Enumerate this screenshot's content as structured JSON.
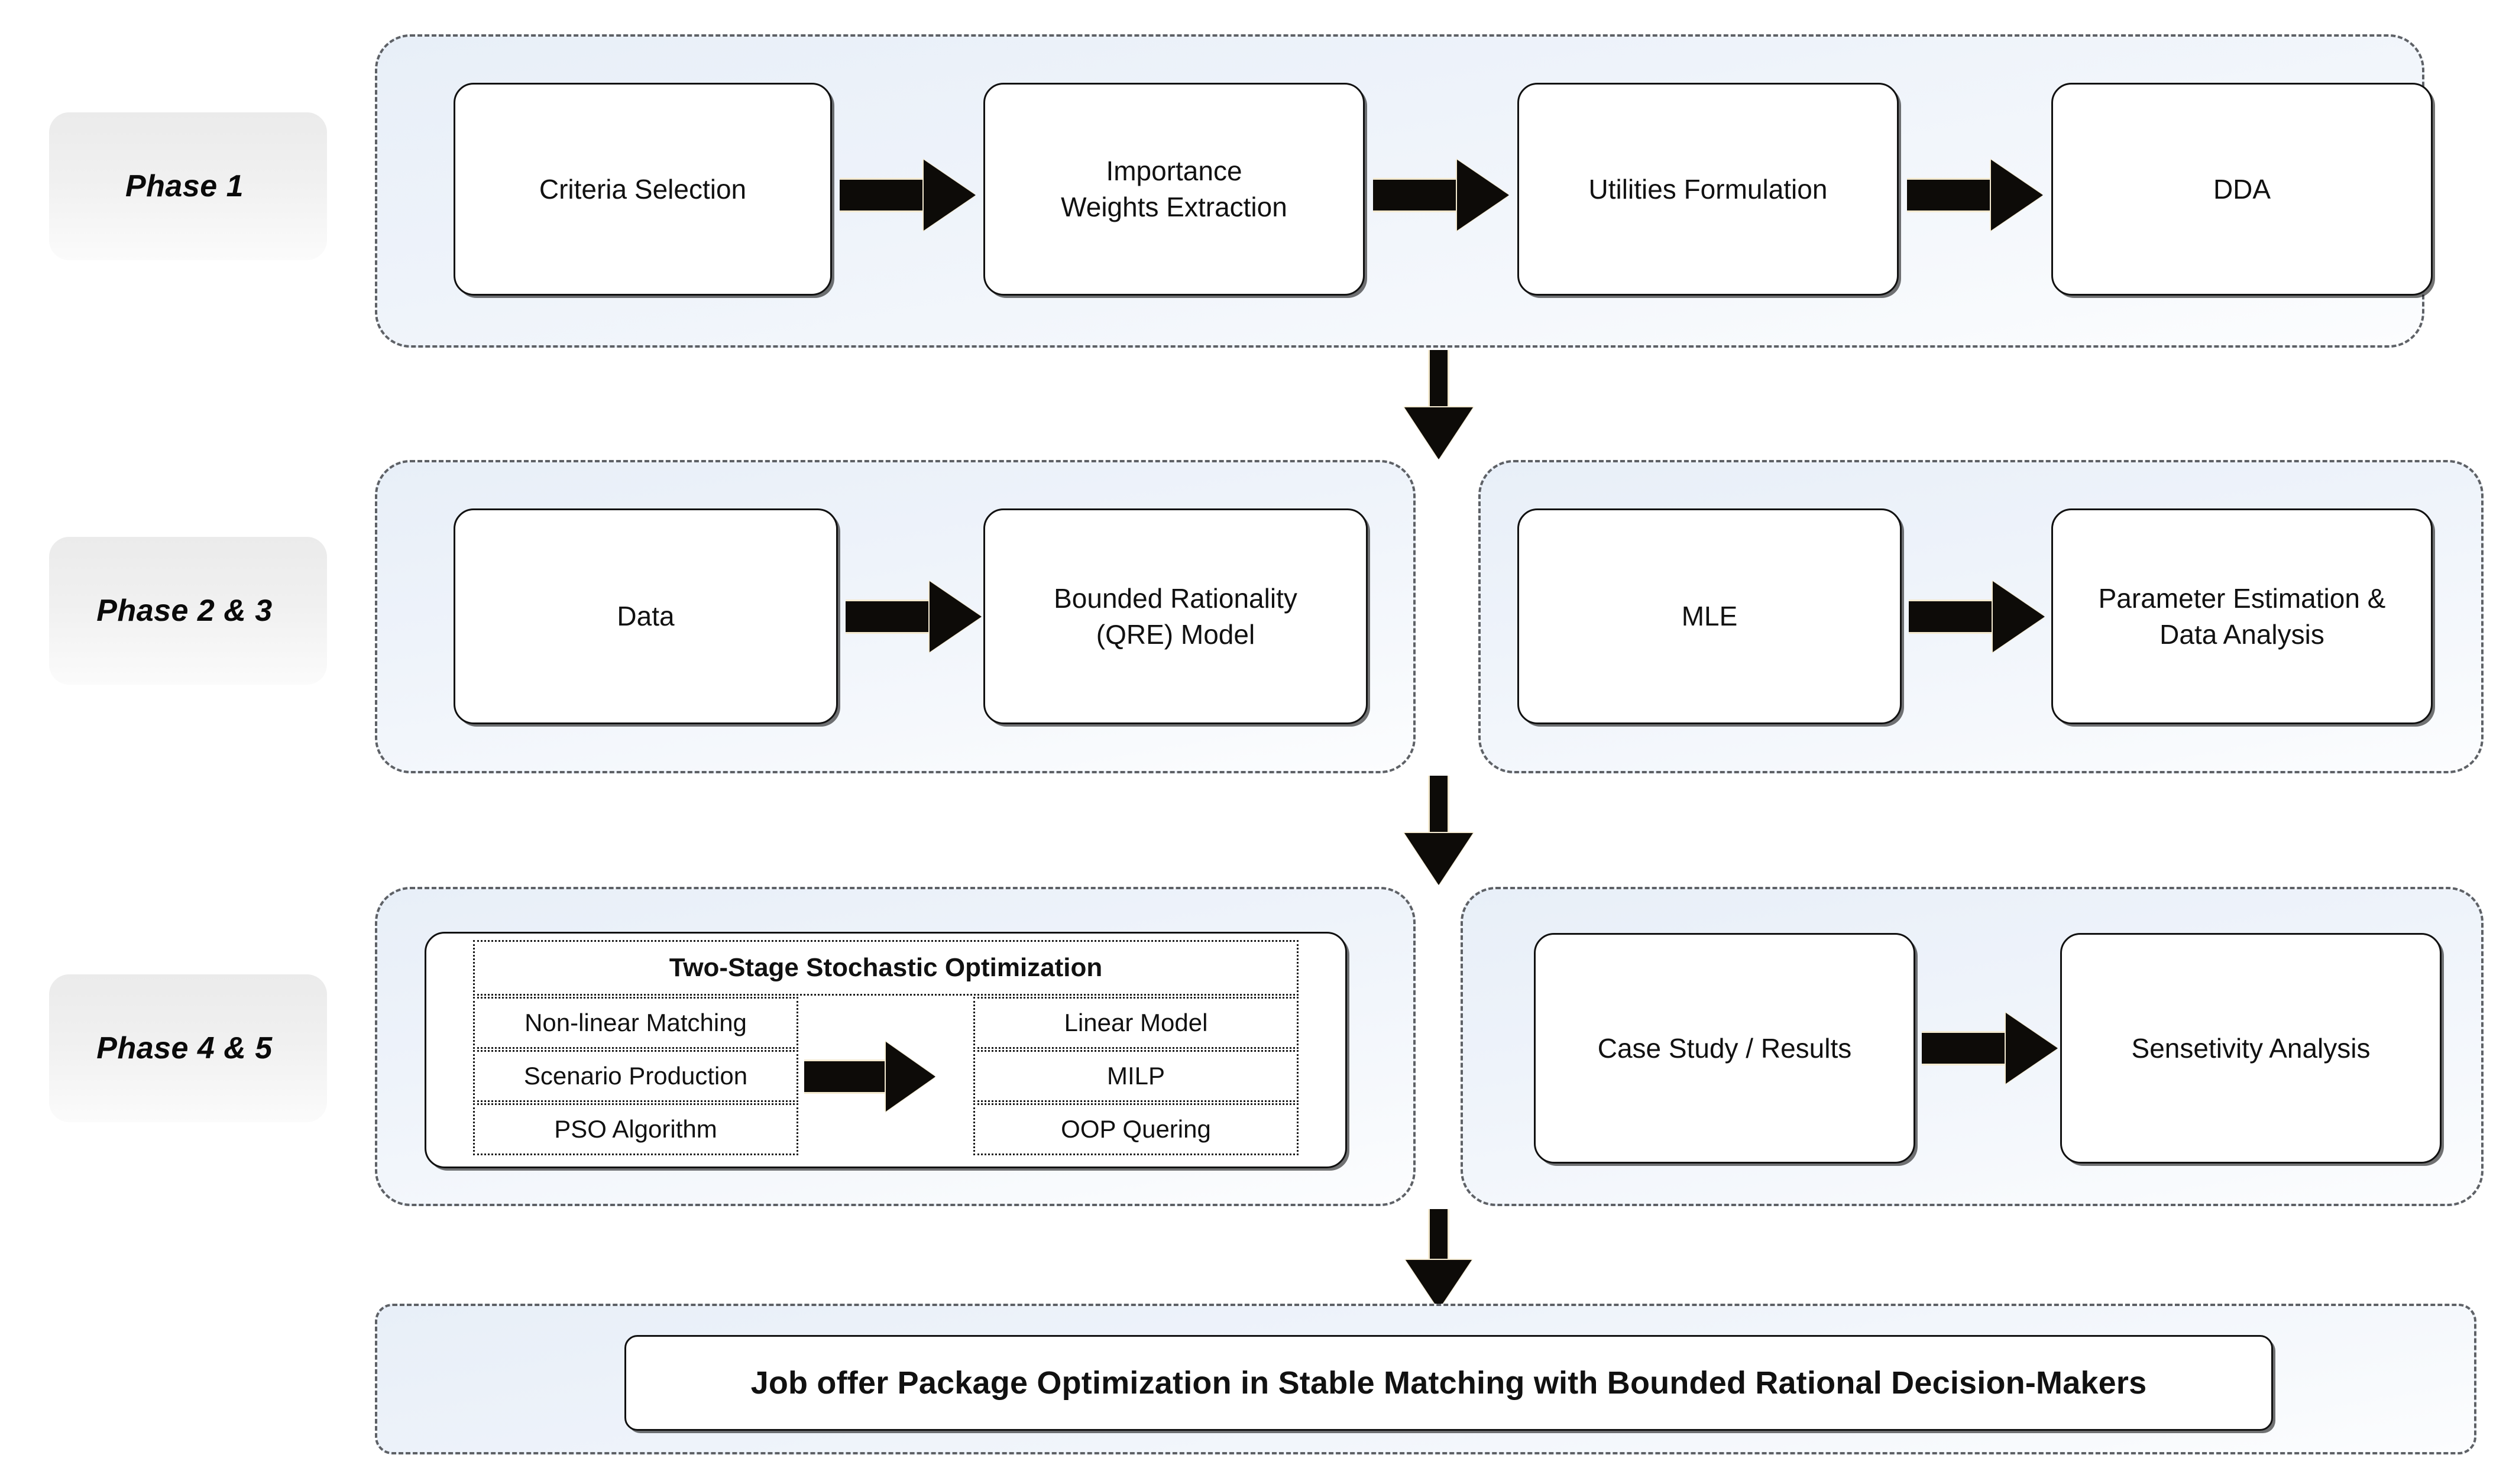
{
  "diagram": {
    "title": "Research Methodology Phases Flowchart",
    "colors": {
      "group_border": "#5e6166",
      "group_fill_start": "#e8eff8",
      "group_fill_end": "#fcfdfe",
      "node_border": "#111111",
      "node_fill": "#ffffff",
      "arrow_fill": "#0d0b08",
      "arrow_outline": "#f4ead0",
      "phase_chip_fill": "#ededed",
      "text": "#111111"
    }
  },
  "phases": [
    {
      "label": "Phase 1"
    },
    {
      "label": "Phase 2 & 3"
    },
    {
      "label": "Phase 4 & 5"
    }
  ],
  "row1": {
    "nodes": [
      {
        "label": "Criteria Selection"
      },
      {
        "label": "Importance\nWeights Extraction"
      },
      {
        "label": "Utilities Formulation"
      },
      {
        "label": "DDA"
      }
    ]
  },
  "row2": {
    "left_nodes": [
      {
        "label": "Data"
      },
      {
        "label": "Bounded Rationality\n(QRE) Model"
      }
    ],
    "right_nodes": [
      {
        "label": "MLE"
      },
      {
        "label": "Parameter Estimation &\nData Analysis"
      }
    ]
  },
  "row3": {
    "cluster": {
      "header": "Two-Stage Stochastic Optimization",
      "left_cells": [
        {
          "label": "Non-linear Matching"
        },
        {
          "label": "Scenario Production"
        },
        {
          "label": "PSO Algorithm"
        }
      ],
      "right_cells": [
        {
          "label": "Linear Model"
        },
        {
          "label": "MILP"
        },
        {
          "label": "OOP Quering"
        }
      ]
    },
    "right_nodes": [
      {
        "label": "Case Study / Results"
      },
      {
        "label": "Sensetivity Analysis"
      }
    ]
  },
  "row4": {
    "banner": "Job offer Package Optimization in Stable Matching with Bounded Rational Decision-Makers"
  }
}
